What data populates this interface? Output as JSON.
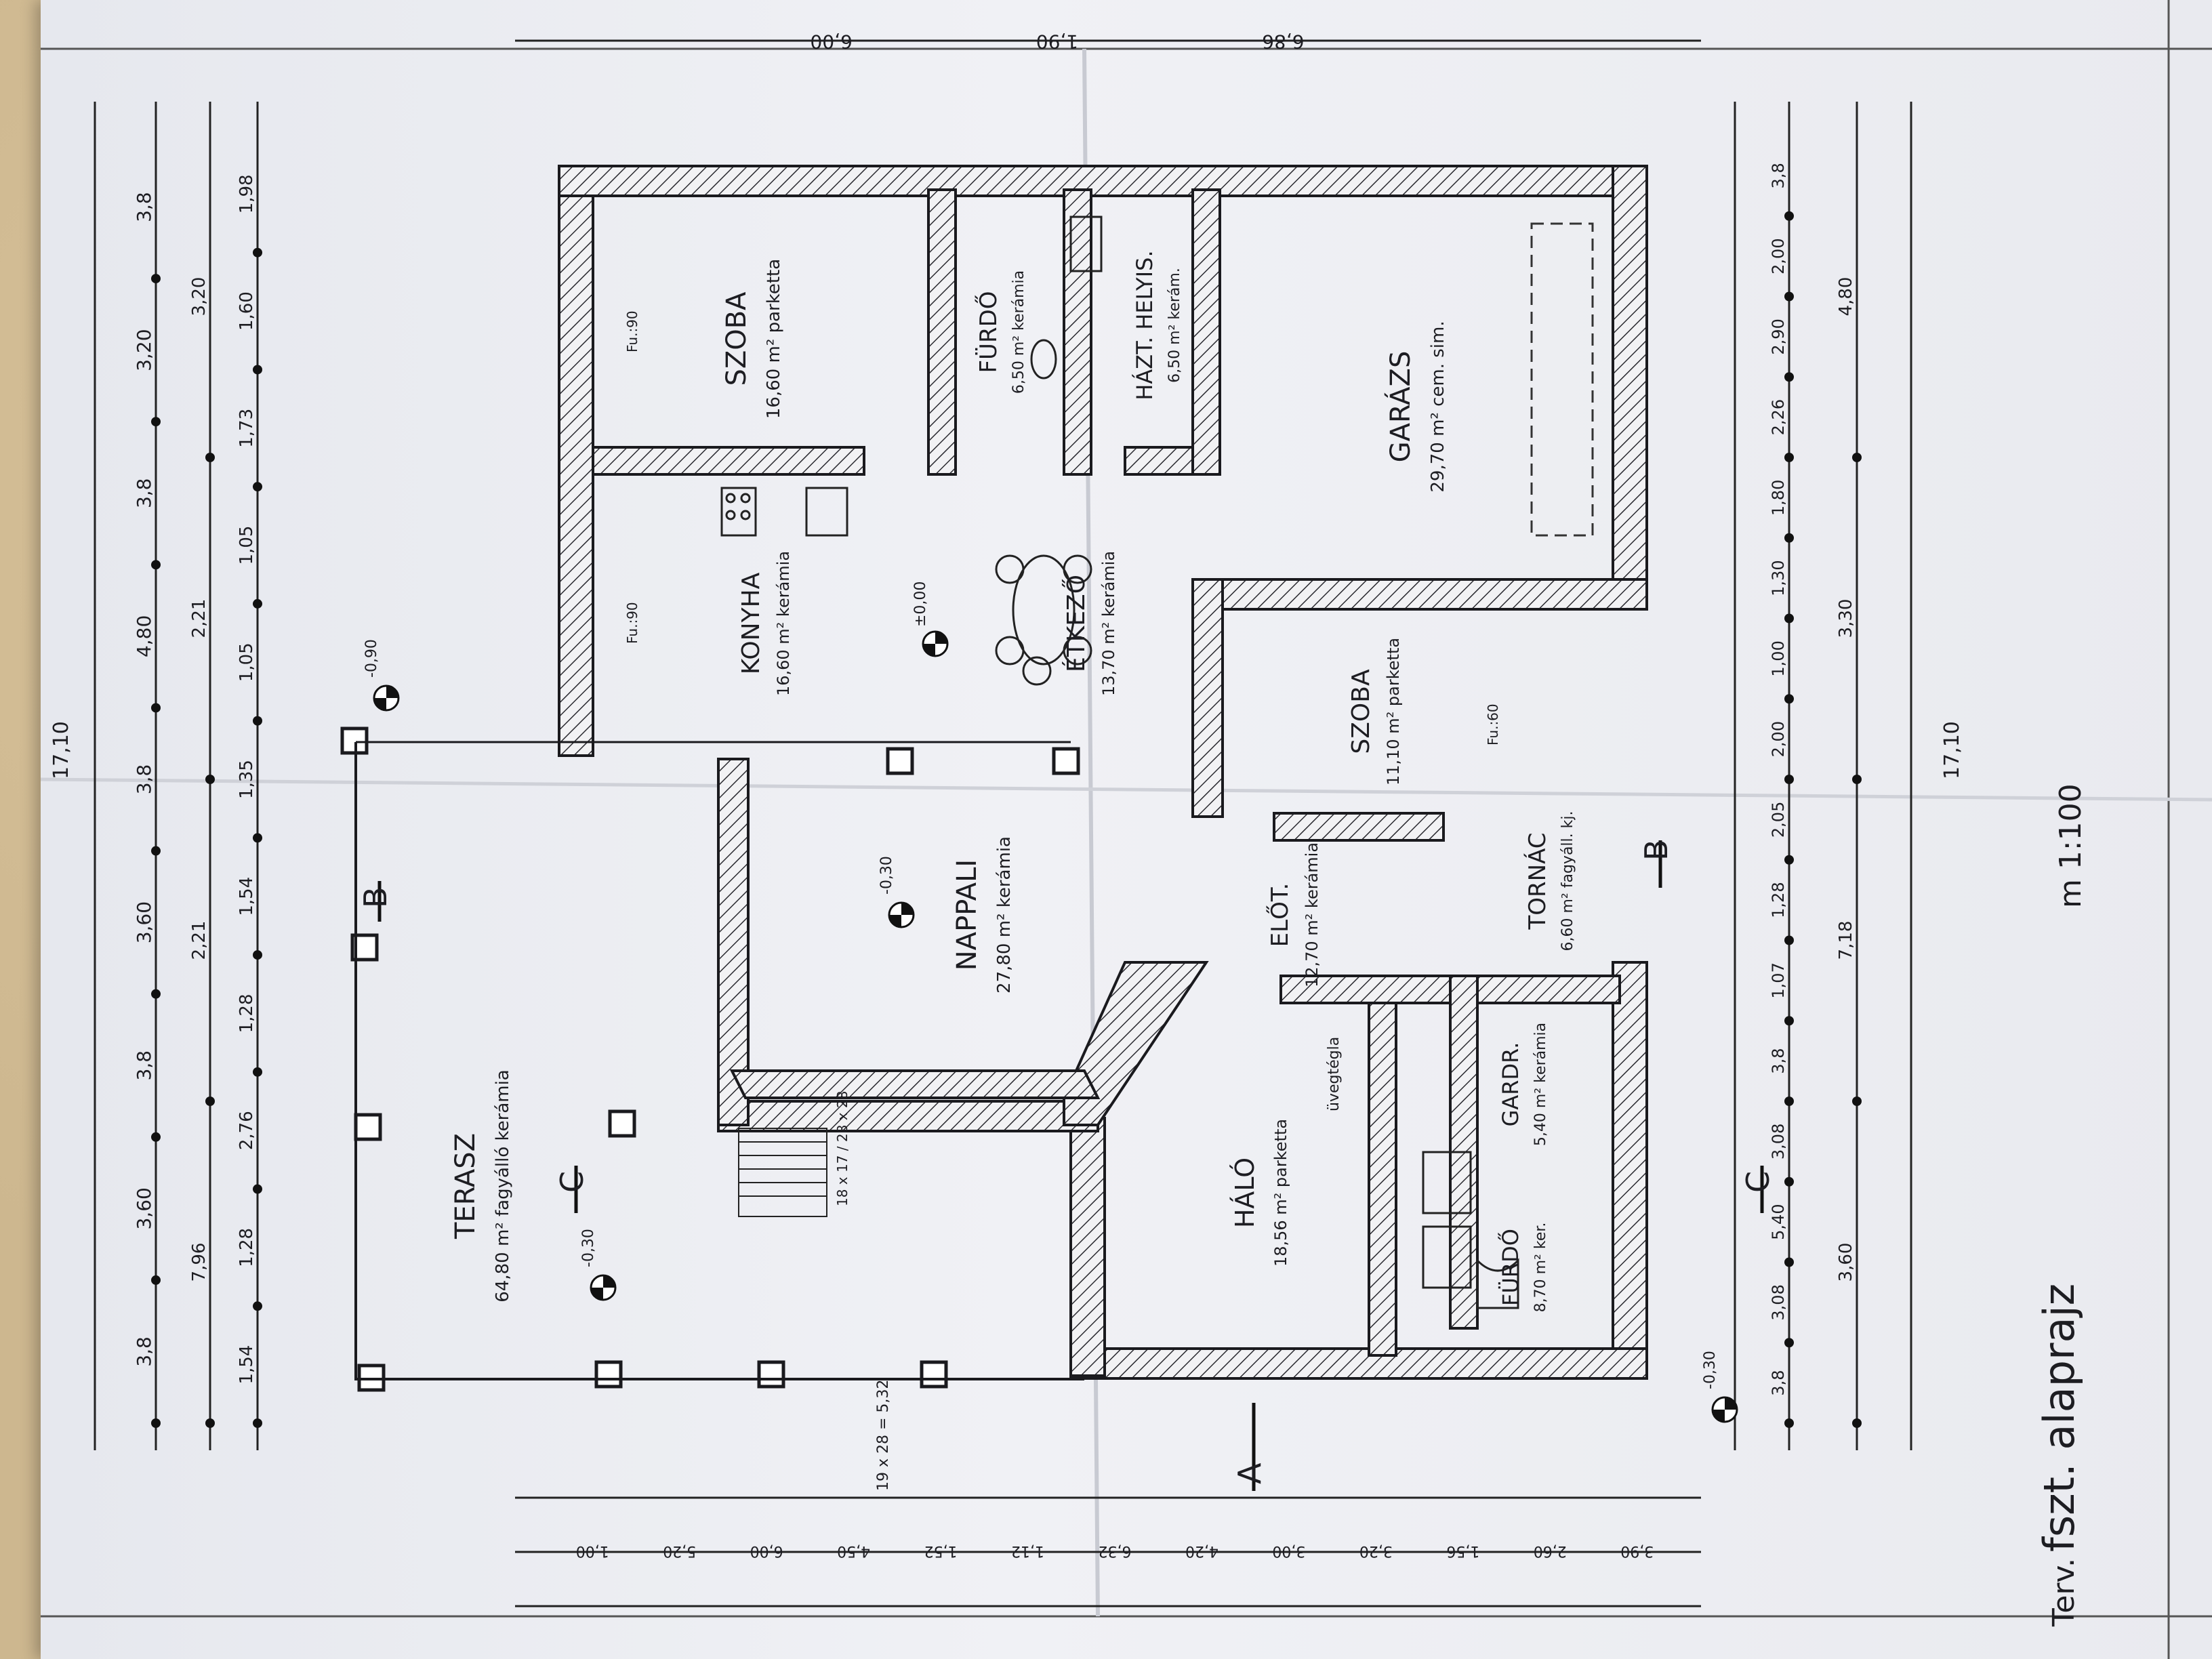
{
  "title": {
    "prefix": "Terv.",
    "main": "fszt. alaprajz",
    "scale": "m 1:100"
  },
  "total_dimension": "17,10",
  "rooms": [
    {
      "key": "szoba1",
      "name": "SZOBA",
      "area": "16,60 m² parketta",
      "window": "Fu.:90"
    },
    {
      "key": "furdo1",
      "name": "FÜRDŐ",
      "area": "6,50 m² kerámia"
    },
    {
      "key": "haztartasi",
      "name": "HÁZT. HELYIS.",
      "area": "6,50 m² kerám."
    },
    {
      "key": "garazs",
      "name": "GARÁZS",
      "area": "29,70 m² cem. sim."
    },
    {
      "key": "konyha",
      "name": "KONYHA",
      "area": "16,60 m² kerámia",
      "window": "Fu.:90"
    },
    {
      "key": "etkezo",
      "name": "ÉTKEZŐ",
      "area": "13,70 m² kerámia"
    },
    {
      "key": "szoba2",
      "name": "SZOBA",
      "area": "11,10 m² parketta",
      "window": "Fu.:60"
    },
    {
      "key": "nappali",
      "name": "NAPPALI",
      "area": "27,80 m² kerámia"
    },
    {
      "key": "eloter",
      "name": "ELŐT.",
      "area": "12,70 m² kerámia"
    },
    {
      "key": "tornac",
      "name": "TORNÁC",
      "area": "6,60 m² fagyáll. kj."
    },
    {
      "key": "terasz",
      "name": "TERASZ",
      "area": "64,80 m² fagyálló kerámia"
    },
    {
      "key": "halo",
      "name": "HÁLÓ",
      "area": "18,56 m² parketta"
    },
    {
      "key": "gardrob",
      "name": "GARDR.",
      "area": "5,40 m² kerámia"
    },
    {
      "key": "furdo2",
      "name": "FÜRDŐ",
      "area": "8,70 m² ker."
    }
  ],
  "levels": {
    "terasz": "-0,30",
    "nappali": "-0,30",
    "konyha": "±0,00",
    "outside1": "-0,90",
    "outside2": "-0,30"
  },
  "sections": {
    "a": "A",
    "b": "B",
    "c": "C"
  },
  "labels": {
    "uvegtegla": "üvegtégla",
    "stair": "18 x 17 / 28 x 28",
    "stair_run": "19 x 28 = 5,32"
  },
  "dims_top": [
    "3,8",
    "3,60",
    "3,8",
    "3,60",
    "3,8",
    "4,80",
    "3,8",
    "3,20",
    "3,8"
  ],
  "dims_top2": [
    "1,54",
    "1,28",
    "2,76",
    "1,28",
    "1,54",
    "1,35",
    "1,05",
    "1,05",
    "1,73",
    "1,60",
    "1,98"
  ],
  "dims_top3": [
    "7,96",
    "2,21",
    "2,21",
    "3,20"
  ],
  "dims_bottom": [
    "3,8",
    "3,08",
    "5,40",
    "3,08",
    "3,8",
    "1,07",
    "1,28",
    "2,05",
    "2,00",
    "1,00",
    "1,30",
    "1,80",
    "2,26",
    "2,90",
    "2,00",
    "3,8"
  ],
  "dims_bottom2": [
    "3,60",
    "7,18",
    "3,30",
    "4,80"
  ],
  "dims_right": [
    "6,00",
    "1,90",
    "6,86"
  ],
  "dims_left": [
    "1,00",
    "5,20",
    "6,00",
    "4,50",
    "1,52",
    "1,12",
    "6,32",
    "4,20",
    "3,00",
    "3,20",
    "1,56",
    "2,60",
    "3,90"
  ]
}
